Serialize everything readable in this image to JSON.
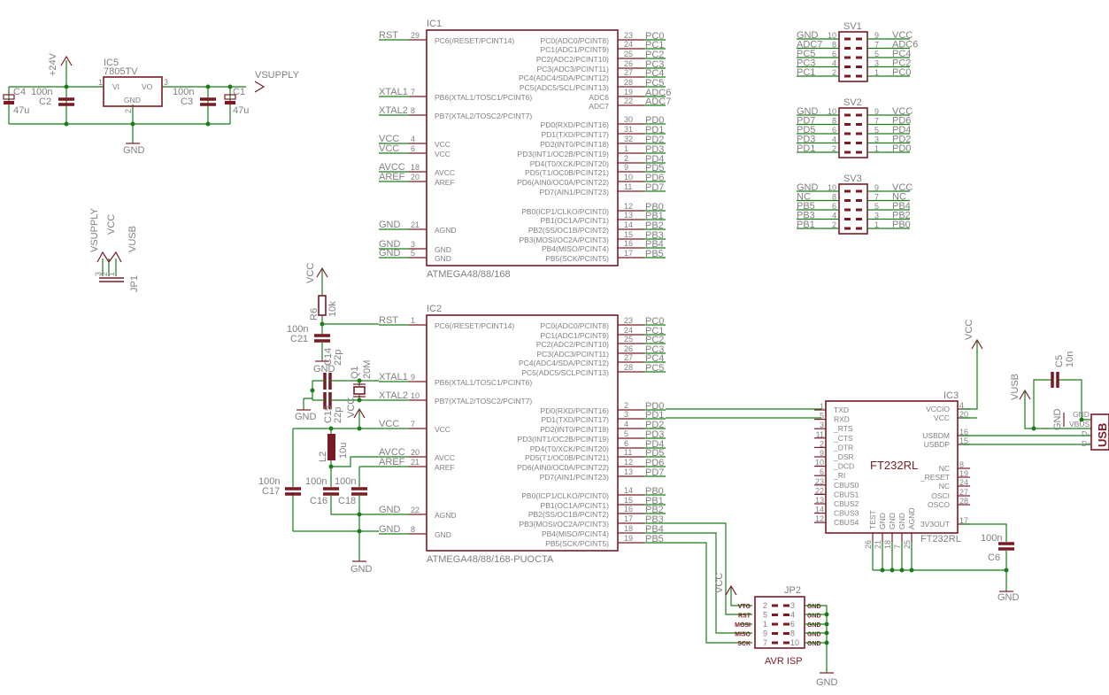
{
  "colors": {
    "wire": "#1a7d1a",
    "symbol": "#7a1a24",
    "text": "#808080",
    "background": "#ffffff"
  },
  "power_section": {
    "reg": {
      "ref": "IC5",
      "value": "7805TV",
      "pins": {
        "vi": "VI",
        "vo": "VO",
        "gnd": "GND",
        "n1": "1",
        "n2": "2",
        "n3": "3"
      }
    },
    "supply_in": "+24V",
    "supply_out": "VSUPPLY",
    "gnd": "GND",
    "caps": [
      {
        "ref": "C4",
        "value": "47u"
      },
      {
        "ref": "C2",
        "value": "100n"
      },
      {
        "ref": "C3",
        "value": "100n"
      },
      {
        "ref": "C1",
        "value": "47u"
      }
    ]
  },
  "jp1": {
    "ref": "JP1",
    "nets": [
      "VSUPPLY",
      "VCC",
      "VUSB"
    ],
    "pins": [
      "3",
      "2",
      "1"
    ]
  },
  "ic1": {
    "ref": "IC1",
    "value": "ATMEGA48/88/168",
    "left": [
      {
        "net": "RST",
        "num": "29",
        "name": "PC6(/RESET/PCINT14)"
      },
      {
        "net": "XTAL1",
        "num": "7",
        "name": "PB6(XTAL1/TOSC1/PCINT6)"
      },
      {
        "net": "XTAL2",
        "num": "8",
        "name": "PB7(XTAL2/TOSC2/PCINT7)"
      },
      {
        "net": "VCC",
        "num": "4",
        "name": "VCC"
      },
      {
        "net": "VCC",
        "num": "6",
        "name": "VCC"
      },
      {
        "net": "AVCC",
        "num": "18",
        "name": "AVCC"
      },
      {
        "net": "AREF",
        "num": "20",
        "name": "AREF"
      },
      {
        "net": "GND",
        "num": "21",
        "name": "AGND"
      },
      {
        "net": "GND",
        "num": "3",
        "name": "GND"
      },
      {
        "net": "GND",
        "num": "5",
        "name": "GND"
      }
    ],
    "right": [
      {
        "net": "PC0",
        "num": "23",
        "name": "PC0(ADC0/PCINT8)"
      },
      {
        "net": "PC1",
        "num": "24",
        "name": "PC1(ADC1/PCINT9)"
      },
      {
        "net": "PC2",
        "num": "25",
        "name": "PC2(ADC2/PCINT10)"
      },
      {
        "net": "PC3",
        "num": "26",
        "name": "PC3(ADC3/PCINT11)"
      },
      {
        "net": "PC4",
        "num": "27",
        "name": "PC4(ADC4/SDA/PCINT12)"
      },
      {
        "net": "PC5",
        "num": "28",
        "name": "PC5(ADC5/SCL/PCINT13)"
      },
      {
        "net": "ADC6",
        "num": "19",
        "name": "ADC6"
      },
      {
        "net": "ADC7",
        "num": "22",
        "name": "ADC7"
      },
      {
        "net": "PD0",
        "num": "30",
        "name": "PD0(RXD/PCINT16)"
      },
      {
        "net": "PD1",
        "num": "31",
        "name": "PD1(TXD/PCINT17)"
      },
      {
        "net": "PD2",
        "num": "32",
        "name": "PD2(INT0/PCINT18)"
      },
      {
        "net": "PD3",
        "num": "1",
        "name": "PD3(INT1/OC2B/PCINT19)"
      },
      {
        "net": "PD4",
        "num": "2",
        "name": "PD4(T0/XCK/PCINT20)"
      },
      {
        "net": "PD5",
        "num": "9",
        "name": "PD5(T1/OC0B/PCINT21)"
      },
      {
        "net": "PD6",
        "num": "10",
        "name": "PD6(AIN0/OC0A/PCINT22)"
      },
      {
        "net": "PD7",
        "num": "11",
        "name": "PD7(AIN1/PCINT23)"
      },
      {
        "net": "PB0",
        "num": "12",
        "name": "PB0(ICP1/CLKO/PCINT0)"
      },
      {
        "net": "PB1",
        "num": "13",
        "name": "PB1(OC1A/PCINT1)"
      },
      {
        "net": "PB2",
        "num": "14",
        "name": "PB2(SS/OC1B/PCINT2)"
      },
      {
        "net": "PB3",
        "num": "15",
        "name": "PB3(MOSI/OC2A/PCINT3)"
      },
      {
        "net": "PB4",
        "num": "16",
        "name": "PB4(MISO/PCINT4)"
      },
      {
        "net": "PB5",
        "num": "17",
        "name": "PB5(SCK/PCINT5)"
      }
    ]
  },
  "ic2": {
    "ref": "IC2",
    "value": "ATMEGA48/88/168-PUOCTA",
    "left": [
      {
        "net": "RST",
        "num": "1",
        "name": "PC6(/RESET/PCINT14)"
      },
      {
        "net": "XTAL1",
        "num": "9",
        "name": "PB6(XTAL1/TOSC1/PCINT6)"
      },
      {
        "net": "XTAL2",
        "num": "10",
        "name": "PB7(XTAL2/TOSC2/PCINT7)"
      },
      {
        "net": "VCC",
        "num": "7",
        "name": "VCC"
      },
      {
        "net": "AVCC",
        "num": "20",
        "name": "AVCC"
      },
      {
        "net": "AREF",
        "num": "21",
        "name": "AREF"
      },
      {
        "net": "GND",
        "num": "22",
        "name": "AGND"
      },
      {
        "net": "GND",
        "num": "8",
        "name": "GND"
      }
    ],
    "right": [
      {
        "net": "PC0",
        "num": "23",
        "name": "PC0(ADC0/PCINT8)"
      },
      {
        "net": "PC1",
        "num": "24",
        "name": "PC1(ADC1/PCINT9)"
      },
      {
        "net": "PC2",
        "num": "25",
        "name": "PC2(ADC2/PCINT10)"
      },
      {
        "net": "PC3",
        "num": "26",
        "name": "PC3(ADC3/PCINT11)"
      },
      {
        "net": "PC4",
        "num": "27",
        "name": "PC4(ADC4/SDA/PCINT12)"
      },
      {
        "net": "PC5",
        "num": "28",
        "name": "PC5(ADC5/SCLPCINT13)"
      },
      {
        "net": "PD0",
        "num": "2",
        "name": "PD0(RXD/PCINT16)"
      },
      {
        "net": "PD1",
        "num": "3",
        "name": "PD1(TXD/PCINT17)"
      },
      {
        "net": "PD2",
        "num": "4",
        "name": "PD2(INT0/PCINT18)"
      },
      {
        "net": "PD3",
        "num": "5",
        "name": "PD3(INT1/OC2B/PCINT19)"
      },
      {
        "net": "PD4",
        "num": "6",
        "name": "PD4(T0/XCK/PCINT20)"
      },
      {
        "net": "PD5",
        "num": "11",
        "name": "PD5(T1/OC0B/PCINT21)"
      },
      {
        "net": "PD6",
        "num": "12",
        "name": "PD6(AIN0/OC0A/PCINT22)"
      },
      {
        "net": "PD7",
        "num": "13",
        "name": "PD7(AIN1/PCINT23)"
      },
      {
        "net": "PB0",
        "num": "14",
        "name": "PB0(ICP1/CLKO/PCINT0)"
      },
      {
        "net": "PB1",
        "num": "15",
        "name": "PB1(OC1A/PCINT1)"
      },
      {
        "net": "PB2",
        "num": "16",
        "name": "PB2(SS/OC1B/PCINT2)"
      },
      {
        "net": "PB3",
        "num": "17",
        "name": "PB3(MOSI/OC2A/PCINT3)"
      },
      {
        "net": "PB4",
        "num": "18",
        "name": "PB4(MISO/PCINT4)"
      },
      {
        "net": "PB5",
        "num": "19",
        "name": "PB5(SCK/PCINT5)"
      }
    ]
  },
  "ic2_periph": {
    "vcc": "VCC",
    "gnd": "GND",
    "r6": {
      "ref": "R6",
      "value": "10k"
    },
    "c21": {
      "ref": "C21",
      "value": "100n"
    },
    "c14": {
      "ref": "C14",
      "value": "22p"
    },
    "c15": {
      "ref": "C15",
      "value": "22p"
    },
    "q1": {
      "ref": "Q1",
      "value": "20M"
    },
    "l2": {
      "ref": "L2",
      "value": "10u"
    },
    "c17": {
      "ref": "C17",
      "value": "100n"
    },
    "c16": {
      "ref": "C16",
      "value": "100n"
    },
    "c18": {
      "ref": "C18",
      "value": "100n"
    }
  },
  "headers": [
    {
      "ref": "SV1",
      "rows": [
        {
          "ln": "GND",
          "lp": "10",
          "rp": "9",
          "rn": "VCC"
        },
        {
          "ln": "ADC7",
          "lp": "8",
          "rp": "7",
          "rn": "ADC6"
        },
        {
          "ln": "PC5",
          "lp": "6",
          "rp": "5",
          "rn": "PC4"
        },
        {
          "ln": "PC3",
          "lp": "4",
          "rp": "3",
          "rn": "PC2"
        },
        {
          "ln": "PC1",
          "lp": "2",
          "rp": "1",
          "rn": "PC0"
        }
      ]
    },
    {
      "ref": "SV2",
      "rows": [
        {
          "ln": "GND",
          "lp": "10",
          "rp": "9",
          "rn": "VCC"
        },
        {
          "ln": "PD7",
          "lp": "8",
          "rp": "7",
          "rn": "PD6"
        },
        {
          "ln": "PD5",
          "lp": "6",
          "rp": "5",
          "rn": "PD4"
        },
        {
          "ln": "PD3",
          "lp": "4",
          "rp": "3",
          "rn": "PD2"
        },
        {
          "ln": "PD1",
          "lp": "2",
          "rp": "1",
          "rn": "PD0"
        }
      ]
    },
    {
      "ref": "SV3",
      "rows": [
        {
          "ln": "GND",
          "lp": "10",
          "rp": "9",
          "rn": "VCC"
        },
        {
          "ln": "NC",
          "lp": "8",
          "rp": "7",
          "rn": "NC"
        },
        {
          "ln": "PB5",
          "lp": "6",
          "rp": "5",
          "rn": "PB4"
        },
        {
          "ln": "PB3",
          "lp": "4",
          "rp": "3",
          "rn": "PB2"
        },
        {
          "ln": "PB1",
          "lp": "2",
          "rp": "1",
          "rn": "PB0"
        }
      ]
    }
  ],
  "ic3": {
    "ref": "IC3",
    "value": "FT232RL",
    "center_label": "FT232RL",
    "left": [
      {
        "num": "1",
        "name": "TXD"
      },
      {
        "num": "5",
        "name": "RXD"
      },
      {
        "num": "3",
        "name": "_RTS"
      },
      {
        "num": "11",
        "name": "_CTS"
      },
      {
        "num": "2",
        "name": "_DTR"
      },
      {
        "num": "9",
        "name": "_DSR"
      },
      {
        "num": "10",
        "name": "_DCD"
      },
      {
        "num": "6",
        "name": "_RI"
      },
      {
        "num": "23",
        "name": "CBUS0"
      },
      {
        "num": "22",
        "name": "CBUS1"
      },
      {
        "num": "13",
        "name": "CBUS2"
      },
      {
        "num": "14",
        "name": "CBUS3"
      },
      {
        "num": "12",
        "name": "CBUS4"
      }
    ],
    "right_top": [
      {
        "num": "4",
        "name": "VCCIO"
      },
      {
        "num": "20",
        "name": "VCC"
      }
    ],
    "right_usb": [
      {
        "num": "16",
        "name": "USBDM"
      },
      {
        "num": "15",
        "name": "USBDP"
      }
    ],
    "right_mid": [
      {
        "num": "8",
        "name": "NC"
      },
      {
        "num": "19",
        "name": "_RESET"
      },
      {
        "num": "24",
        "name": "NC"
      },
      {
        "num": "27",
        "name": "OSCI"
      },
      {
        "num": "28",
        "name": "OSCO"
      }
    ],
    "right_bottom": [
      {
        "num": "17",
        "name": "3V3OUT"
      }
    ],
    "bottom": [
      {
        "num": "26",
        "name": "TEST"
      },
      {
        "num": "21",
        "name": "GND"
      },
      {
        "num": "18",
        "name": "GND"
      },
      {
        "num": "7",
        "name": "GND"
      },
      {
        "num": "25",
        "name": "AGND"
      }
    ]
  },
  "usb": {
    "label": "USB",
    "pins": [
      "GND",
      "VBUS",
      "D-",
      "D+"
    ],
    "vusb": "VUSB",
    "vcc": "VCC",
    "gnd": "GND",
    "c5": {
      "ref": "C5",
      "value": "10n"
    },
    "c6": {
      "ref": "C6",
      "value": "100n"
    }
  },
  "jp2": {
    "ref": "JP2",
    "title": "AVR ISP",
    "vcc": "VCC",
    "gnd": "GND",
    "rows": [
      {
        "ln": "VTG",
        "lp": "2",
        "rp": "3",
        "rn": "GND"
      },
      {
        "ln": "RST",
        "lp": "5",
        "rp": "4",
        "rn": "GND"
      },
      {
        "ln": "MOSI",
        "lp": "1",
        "rp": "6",
        "rn": "GND"
      },
      {
        "ln": "MISO",
        "lp": "9",
        "rp": "8",
        "rn": "GND"
      },
      {
        "ln": "SCK",
        "lp": "7",
        "rp": "10",
        "rn": "GND"
      }
    ]
  }
}
